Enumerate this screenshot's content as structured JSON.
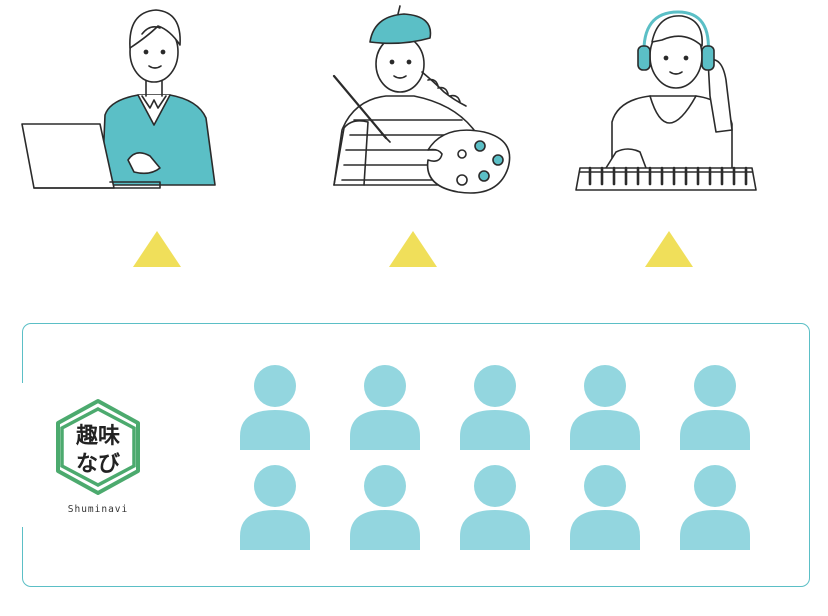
{
  "figures": [
    {
      "name": "office-worker-with-laptop",
      "accent": "#5bbfc6"
    },
    {
      "name": "painter-with-palette",
      "accent": "#5bbfc6"
    },
    {
      "name": "musician-with-keyboard",
      "accent": "#5bbfc6"
    }
  ],
  "arrows": {
    "count": 3,
    "color": "#f0df5a"
  },
  "logo": {
    "mark_text": "趣味なび",
    "label": "Shuminavi",
    "hex_color": "#4caa6e"
  },
  "members": {
    "rows": 2,
    "per_row": 5,
    "color": "#93d6df"
  },
  "panel": {
    "border_color": "#5bbfc6"
  }
}
